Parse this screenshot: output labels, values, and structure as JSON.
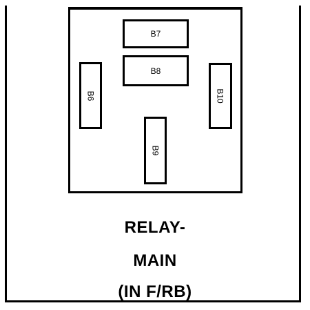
{
  "component": {
    "terminals": {
      "b7": "B7",
      "b8": "B8",
      "b6": "B6",
      "b10": "B10",
      "b9": "B9"
    }
  },
  "caption": {
    "line1": "RELAY-",
    "line2": "MAIN",
    "line3": "(IN F/RB)"
  }
}
